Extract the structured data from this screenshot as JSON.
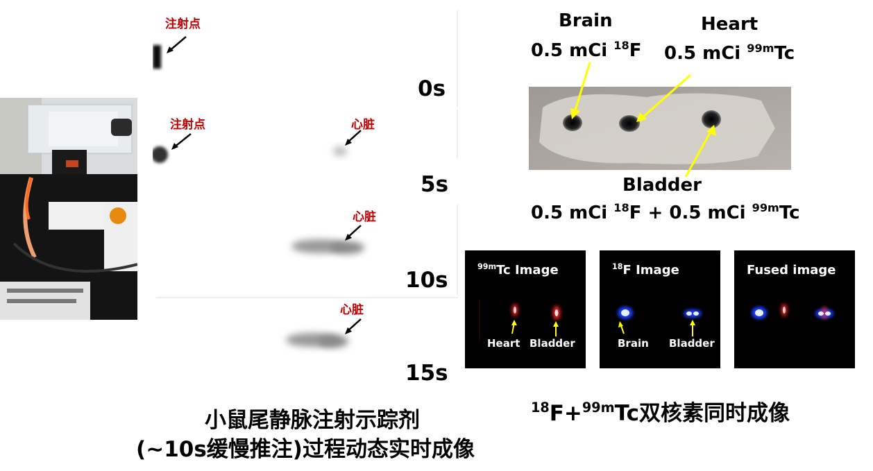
{
  "left": {
    "injection_point_label": "注射点",
    "heart_label": "心脏",
    "times": [
      "0s",
      "5s",
      "10s",
      "15s"
    ],
    "caption_line1": "小鼠尾静脉注射示踪剂",
    "caption_line2": "(~10s缓慢推注)过程动态实时成像"
  },
  "right": {
    "brain": {
      "name": "Brain",
      "dose": "0.5 mCi",
      "isotope_sup": "18",
      "isotope": "F"
    },
    "heart": {
      "name": "Heart",
      "dose": "0.5 mCi",
      "isotope_sup": "99m",
      "isotope": "Tc"
    },
    "bladder": {
      "name": "Bladder",
      "dose1": "0.5 mCi",
      "iso1_sup": "18",
      "iso1": "F",
      "plus": "+",
      "dose2": "0.5 mCi",
      "iso2_sup": "99m",
      "iso2": "Tc"
    },
    "panels": [
      {
        "title_sup": "99m",
        "title": "Tc Image",
        "labels": [
          "Heart",
          "Bladder"
        ]
      },
      {
        "title_sup": "18",
        "title": "F Image",
        "labels": [
          "Brain",
          "Bladder"
        ]
      },
      {
        "title_sup": "",
        "title": "Fused image",
        "labels": []
      }
    ],
    "caption_sup1": "18",
    "caption_iso1": "F",
    "caption_plus": "+",
    "caption_sup2": "99m",
    "caption_iso2": "Tc",
    "caption_text": "双核素同时成像"
  },
  "colors": {
    "red_label": "#c00000",
    "arrow_yellow": "#ffff00",
    "tc_red": "#ff2a2a",
    "f_blue": "#1e3cff"
  }
}
